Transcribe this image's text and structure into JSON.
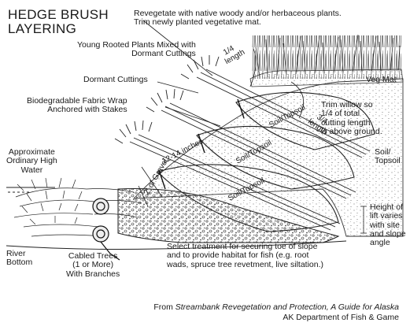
{
  "title": {
    "line1": "HEDGE BRUSH",
    "line2": "LAYERING"
  },
  "top_note": {
    "line1": "Revegetate with native woody and/or herbaceous plants.",
    "line2": "Trim newly planted vegetative mat."
  },
  "labels": {
    "young_rooted": {
      "line1": "Young Rooted Plants Mixed with",
      "line2": "Dormant Cuttings"
    },
    "dormant_cuttings": "Dormant Cuttings",
    "fabric_wrap": {
      "line1": "Biodegradable Fabric Wrap",
      "line2": "Anchored with Stakes"
    },
    "high_water": {
      "line1": "Approximate",
      "line2": "Ordinary High",
      "line3": "Water"
    },
    "river_bottom": {
      "line1": "River",
      "line2": "Bottom"
    },
    "cabled_trees": {
      "line1": "Cabled Trees",
      "line2": "(1 or More)",
      "line3": "With Branches"
    },
    "treatment_note": {
      "line1": "Select treatment for securing toe of slope",
      "line2": "and to provide habitat for fish (e.g. root",
      "line3": "wads, spruce tree revetment, live siltation.)"
    },
    "veg_mat": "Veg Mat",
    "trim_willow": {
      "line1": "Trim willow so",
      "line2": "1/4 of total",
      "line3": "cutting length",
      "line4": "is above ground."
    },
    "soil_topsoil_side": {
      "line1": "Soil/",
      "line2": "Topsoil"
    },
    "height_of_lift": {
      "line1": "Height of",
      "line2": "lift varies",
      "line3": "with site",
      "line4": "and slope",
      "line5": "angle"
    },
    "quarter_length": {
      "line1": "1/4",
      "line2": "length"
    },
    "three_quarter_length": {
      "line1": "3/4",
      "line2": "length"
    },
    "soil_topsoil_layers": [
      "Soil/Topsoil",
      "Soil/Topsoil",
      "Soil/Topsoil"
    ],
    "twelve_inches": "12-14 inches",
    "gravel": "2' of Gravel"
  },
  "credit": {
    "prefix": "From ",
    "source_title": "Streambank Revegetation and Protection, A Guide for Alaska",
    "agency": "AK Department of Fish & Game"
  }
}
